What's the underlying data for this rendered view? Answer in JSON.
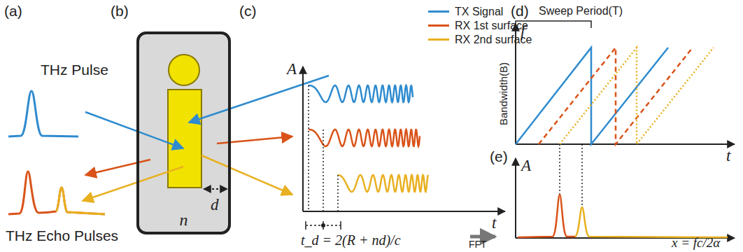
{
  "diagram": {
    "nodes": [
      {
        "text": [
          "n"
        ]
      }
    ],
    "labels": [
      "(a)",
      "THz Pulse",
      "THz Echo Pulses",
      "(b)",
      "d",
      "(c)",
      "A",
      "t",
      "t_d = 2(R + nd)/c",
      "FFT",
      "(d)",
      "f",
      "Sweep Period(T)",
      "Bandwidth(B)",
      "t",
      "(e)",
      "A",
      "x = fc/2α"
    ],
    "legend": [
      {
        "text": "TX Signal",
        "color": "#2e8bcf"
      },
      {
        "text": "RX 1st surface",
        "color": "#d95319"
      },
      {
        "text": "RX 2nd surface",
        "color": "#e8b020"
      }
    ]
  }
}
